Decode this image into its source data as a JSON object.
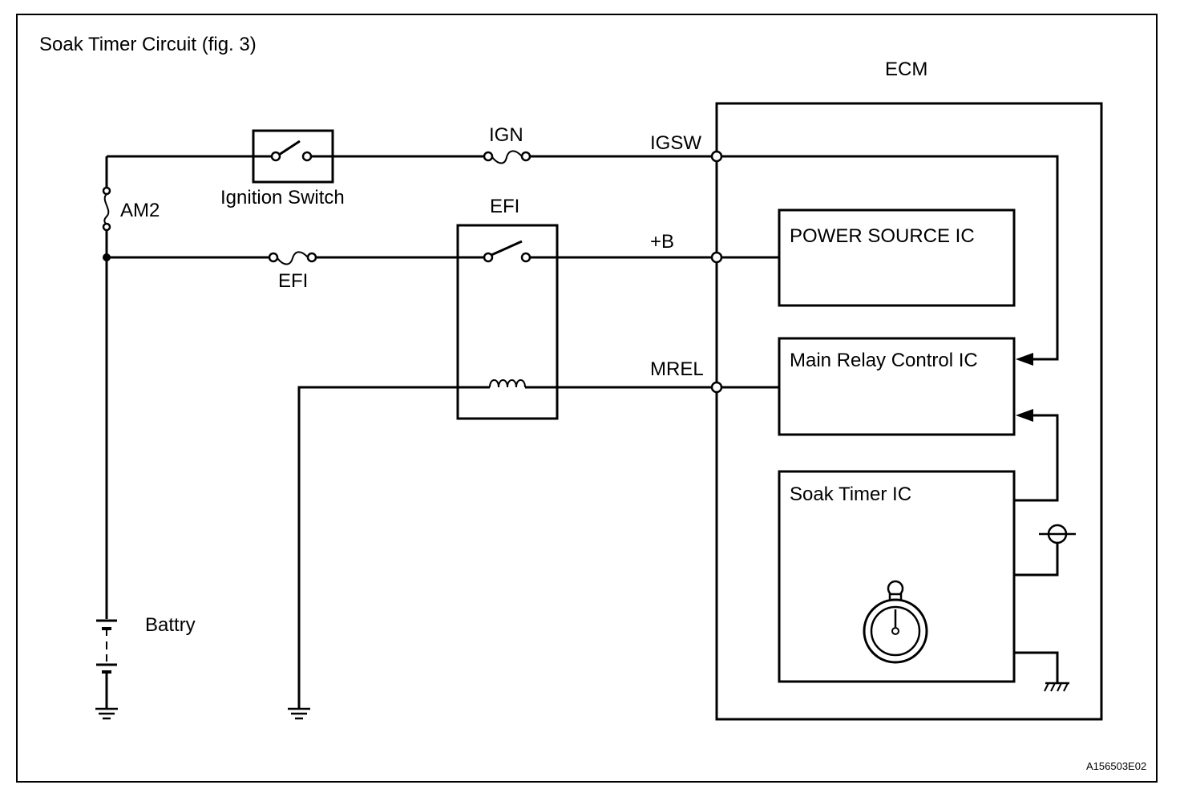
{
  "title": "Soak Timer Circuit (fig. 3)",
  "ecm": {
    "label": "ECM",
    "terminals": {
      "igsw": "IGSW",
      "plus_b": "+B",
      "mrel": "MREL"
    },
    "blocks": {
      "power_source": "POWER SOURCE IC",
      "main_relay_control": "Main Relay Control IC",
      "soak_timer": "Soak Timer IC"
    }
  },
  "components": {
    "ignition_switch": "Ignition Switch",
    "ign_fuse": "IGN",
    "am2_fuse": "AM2",
    "efi_fuse": "EFI",
    "efi_relay": "EFI",
    "battery": "Battry"
  },
  "figure_code": "A156503E02"
}
